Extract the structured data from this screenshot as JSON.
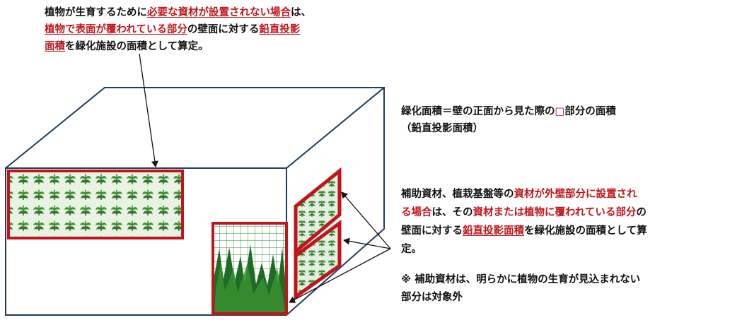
{
  "top_note": {
    "line1": [
      {
        "t": "植物が生育するために",
        "c": "black"
      },
      {
        "t": "必要な資材が設置されない場合",
        "c": "red",
        "u": true
      },
      {
        "t": "は、",
        "c": "black"
      }
    ],
    "line2": [
      {
        "t": "植物で表面が覆われている部分",
        "c": "red",
        "u": true
      },
      {
        "t": "の壁面に対する",
        "c": "black"
      },
      {
        "t": "鉛直投影",
        "c": "red",
        "u": true
      }
    ],
    "line3": [
      {
        "t": "面積",
        "c": "red",
        "u": true
      },
      {
        "t": "を緑化施設の面積として算定。",
        "c": "black"
      }
    ]
  },
  "area_note": {
    "line1_a": "緑化面積＝壁の正面から見た際の",
    "line1_mark": "□",
    "line1_b": "部分の面積",
    "line2": "（鉛直投影面積）"
  },
  "support_note": {
    "line1": [
      {
        "t": "補助資材、植栽基盤等の",
        "c": "black"
      },
      {
        "t": "資材が外壁部分に設置され",
        "c": "red"
      }
    ],
    "line2": [
      {
        "t": "る場合",
        "c": "red"
      },
      {
        "t": "は、その",
        "c": "black"
      },
      {
        "t": "資材または植物に覆われている部分",
        "c": "red"
      },
      {
        "t": "の",
        "c": "black"
      }
    ],
    "line3": [
      {
        "t": "壁面に対する",
        "c": "black"
      },
      {
        "t": "鉛直投影面積",
        "c": "red",
        "u": true
      },
      {
        "t": "を緑化施設の面積として算",
        "c": "black"
      }
    ],
    "line4": [
      {
        "t": "定。",
        "c": "black"
      }
    ]
  },
  "exclusion_note": {
    "line1": "※ 補助資材は、明らかに植物の生育が見込まれない",
    "line2": "部分は対象外"
  },
  "colors": {
    "outline": "#1f3d5c",
    "frame_red": "#c0161b",
    "grid_green": "#2e9a3e",
    "plant_dark": "#1f6b24",
    "plant_mid": "#3a8f32"
  }
}
